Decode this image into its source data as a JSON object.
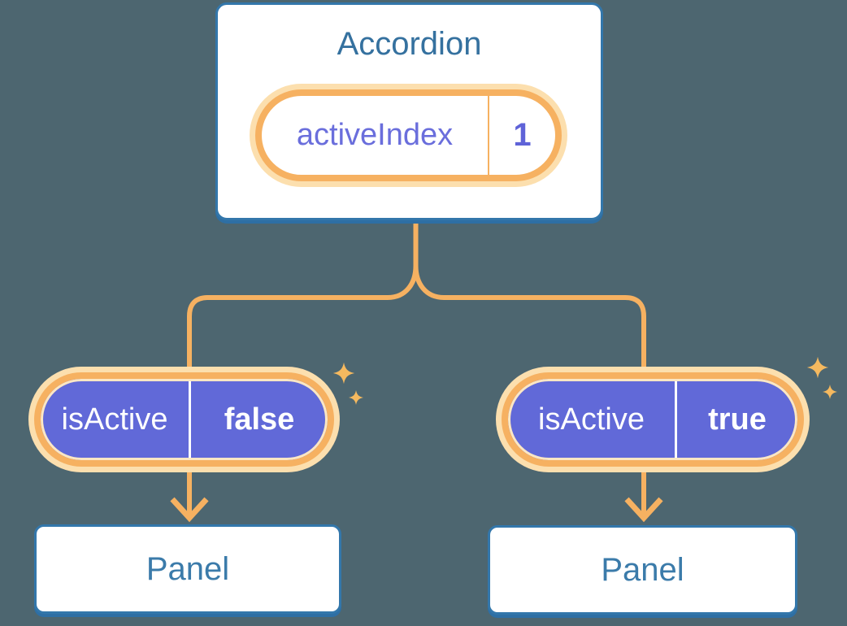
{
  "colors": {
    "background": "#4D6670",
    "accent_orange": "#F6B161",
    "accent_orange_glow": "#FCDFAE",
    "pill_purple": "#6169D8",
    "box_border_blue": "#3377AB",
    "title_blue": "#35719F",
    "label_purple": "#6A6EDC"
  },
  "accordion": {
    "title": "Accordion",
    "state_pill": {
      "label": "activeIndex",
      "value": "1"
    }
  },
  "children": [
    {
      "prop_pill": {
        "label": "isActive",
        "value": "false"
      },
      "panel_label": "Panel"
    },
    {
      "prop_pill": {
        "label": "isActive",
        "value": "true"
      },
      "panel_label": "Panel"
    }
  ]
}
